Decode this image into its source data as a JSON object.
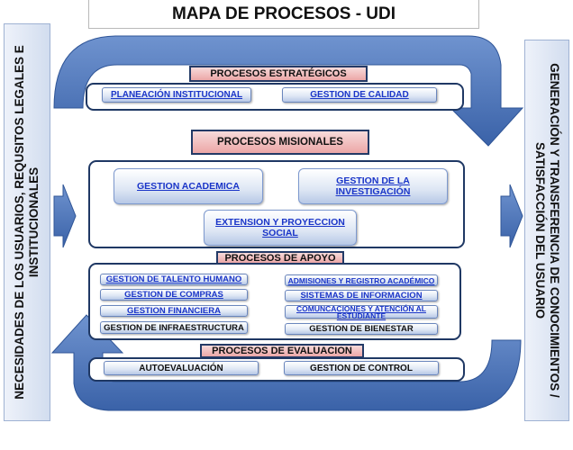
{
  "title": "MAPA DE PROCESOS - UDI",
  "left_label": {
    "line1": "NECESIDADES DE LOS USUARIOS, REQUSITOS LEGALES E",
    "line2": "INSTITUCIONALES"
  },
  "right_label": {
    "line1": "GENERACIÓN Y TRANSFERENCIA DE CONOCIMIENTOS /",
    "line2": "SATISFACCIÓN DEL USUARIO"
  },
  "estrategicos": {
    "header": "PROCESOS ESTRATÉGICOS",
    "items": [
      "PLANEACIÓN INSTITUCIONAL",
      "GESTION DE CALIDAD"
    ]
  },
  "misionales": {
    "header": "PROCESOS MISIONALES",
    "items": [
      "GESTION ACADEMICA",
      "GESTION DE LA INVESTIGACIÓN",
      "EXTENSION Y PROYECCION SOCIAL"
    ]
  },
  "apoyo": {
    "header": "PROCESOS DE APOYO",
    "left_items": [
      "GESTION DE TALENTO HUMANO",
      "GESTION DE COMPRAS",
      "GESTION FINANCIERA",
      "GESTION DE INFRAESTRUCTURA"
    ],
    "right_items": [
      "ADMISIONES Y REGISTRO ACADÉMICO",
      "SISTEMAS DE INFORMACION",
      "COMUNCACIONES Y ATENCIÓN AL ESTUDIANTE",
      "GESTION DE BIENESTAR"
    ]
  },
  "evaluacion": {
    "header": "PROCESOS DE EVALUACION",
    "items": [
      "AUTOEVALUACIÓN",
      "GESTION DE CONTROL"
    ]
  },
  "colors": {
    "arrow": "#4a72b8",
    "border": "#1f3864",
    "header_fill": "#f2bcbc",
    "link": "#1a35c8"
  }
}
